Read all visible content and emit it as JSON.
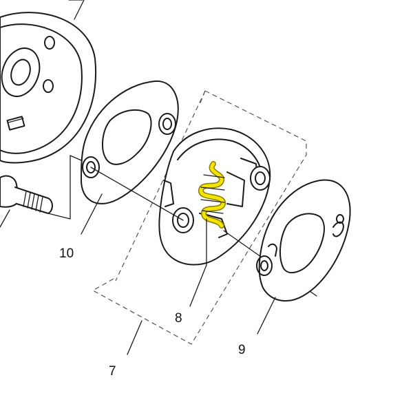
{
  "callouts": {
    "part_7": "7",
    "part_8": "8",
    "part_9": "9",
    "part_10": "10"
  },
  "colors": {
    "line": "#1a1a1a",
    "highlight_spring": "#f2e300",
    "background": "#ffffff"
  }
}
